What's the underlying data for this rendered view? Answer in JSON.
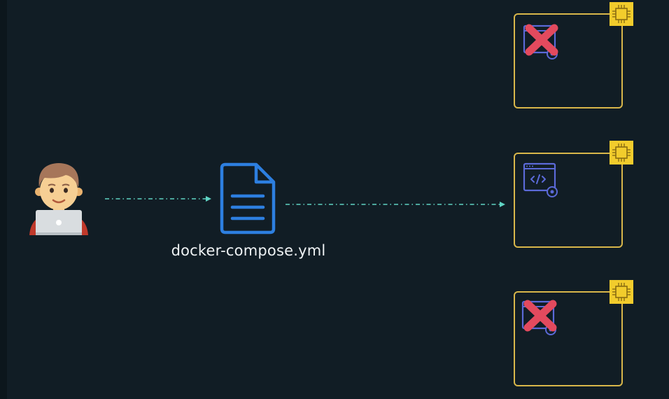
{
  "diagram": {
    "file_label": "docker-compose.yml",
    "colors": {
      "background": "#111d25",
      "arrow": "#5fd4c4",
      "document": "#2d7fe0",
      "node_border": "#d8b64a",
      "chip": "#f2cc2c",
      "failed_x": "#e34a5e",
      "container_icon": "#5b6ad8"
    },
    "nodes": [
      {
        "status": "failed",
        "icon": "container-icon"
      },
      {
        "status": "running",
        "icon": "code-window-icon"
      },
      {
        "status": "failed",
        "icon": "container-icon"
      }
    ]
  }
}
